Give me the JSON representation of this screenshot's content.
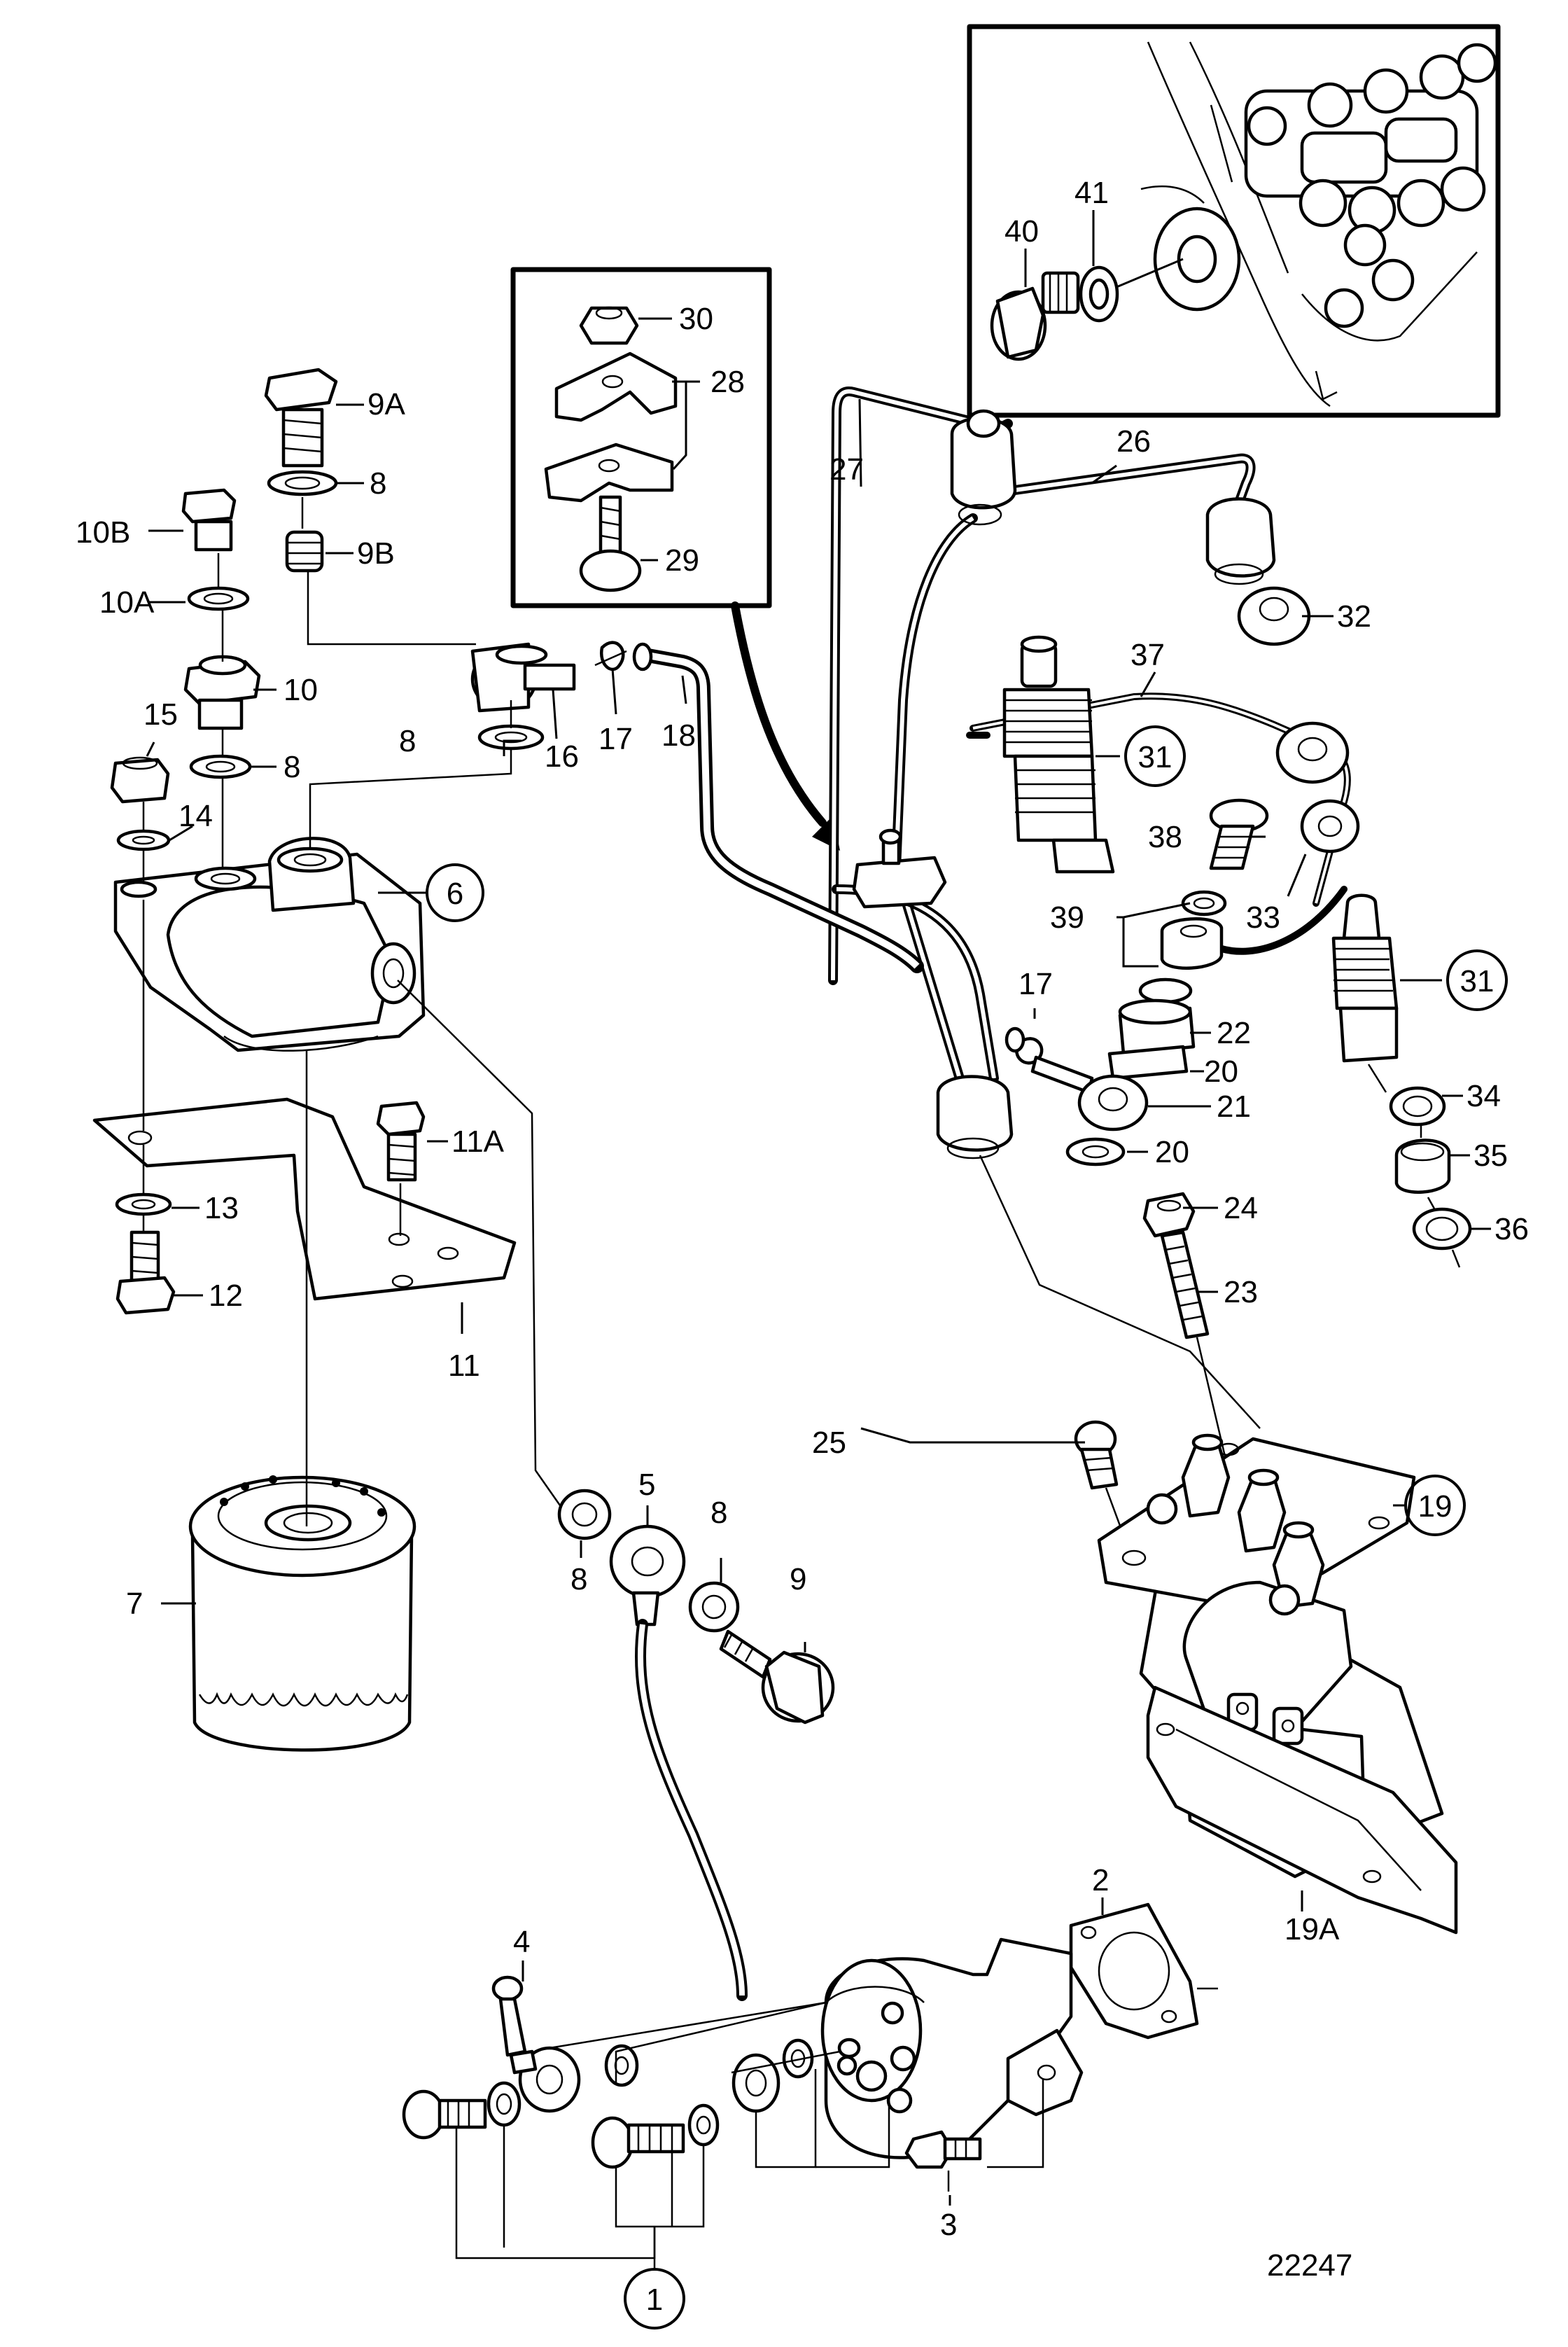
{
  "drawing_number": "22247",
  "labels": {
    "p1": "1",
    "p2": "2",
    "p3": "3",
    "p4": "4",
    "p5": "5",
    "p6": "6",
    "p7": "7",
    "p8a": "8",
    "p8b": "8",
    "p8c": "8",
    "p8d": "8",
    "p8e": "8",
    "p9": "9",
    "p9a": "9A",
    "p9b": "9B",
    "p10": "10",
    "p10a": "10A",
    "p10b": "10B",
    "p11": "11",
    "p11a": "11A",
    "p12": "12",
    "p13": "13",
    "p14": "14",
    "p15": "15",
    "p16": "16",
    "p17a": "17",
    "p17b": "17",
    "p18": "18",
    "p19": "19",
    "p19a": "19A",
    "p20a": "20",
    "p20b": "20",
    "p21": "21",
    "p22": "22",
    "p23": "23",
    "p24": "24",
    "p25": "25",
    "p26": "26",
    "p27": "27",
    "p28": "28",
    "p29": "29",
    "p30": "30",
    "p31a": "31",
    "p31b": "31",
    "p32": "32",
    "p33": "33",
    "p34": "34",
    "p35": "35",
    "p36": "36",
    "p37": "37",
    "p38": "38",
    "p39": "39",
    "p40": "40",
    "p41": "41"
  }
}
